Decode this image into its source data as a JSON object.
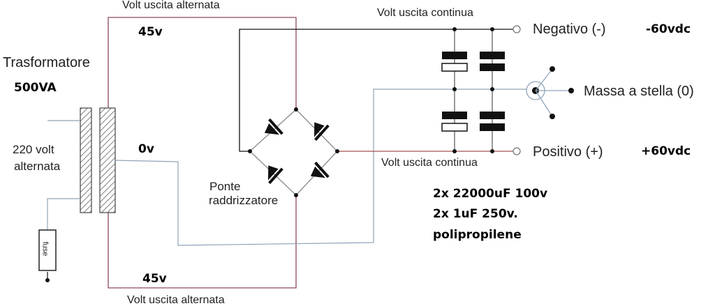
{
  "labels": {
    "transformer_title": "Trasformatore",
    "transformer_rating": "500VA",
    "input_voltage_line1": "220 volt",
    "input_voltage_line2": "alternata",
    "fuse": "fuse",
    "ac_output_top": "Volt uscita alternata",
    "ac_output_bottom": "Volt uscita alternata",
    "tap_top": "45v",
    "tap_center": "0v",
    "tap_bottom": "45v",
    "bridge_line1": "Ponte",
    "bridge_line2": "raddrizzatore",
    "dc_output_top": "Volt uscita continua",
    "dc_output_bottom": "Volt uscita continua",
    "negative_terminal": "Negativo (-)",
    "negative_voltage": "-60vdc",
    "ground_terminal": "Massa a stella (0)",
    "positive_terminal": "Positivo (+)",
    "positive_voltage": "+60vdc",
    "caps_line1": "2x 22000uF 100v",
    "caps_line2": "2x 1uF 250v.",
    "caps_line3": "polipropilene"
  },
  "colors": {
    "secondary_wire": "#8a4a5a",
    "center_tap_wire": "#8fa3b8",
    "positive_wire": "#a05050",
    "component": "#111111"
  }
}
